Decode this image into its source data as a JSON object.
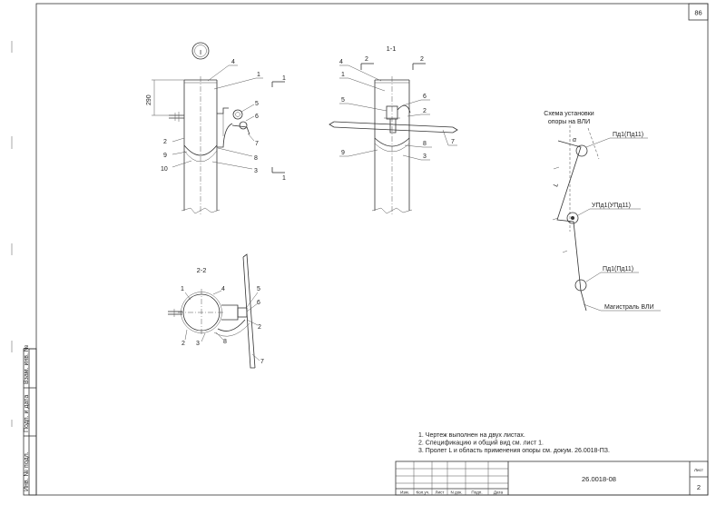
{
  "sheet": {
    "page_number": "86",
    "document_code": "26.0018-08",
    "sheet_label": "Лист",
    "sheet_number": "2"
  },
  "title_block": {
    "columns": [
      "Изм.",
      "Кол.уч.",
      "Лист",
      "N док.",
      "Подп.",
      "Дата"
    ]
  },
  "side_stamp": {
    "fields": [
      "Взам. инв. №",
      "Подп. и дата",
      "Инв. № подл."
    ]
  },
  "notes": [
    "1. Чертеж выполнен на двух листах.",
    "2. Спецификацию и общий вид см. лист 1.",
    "3. Пролет L и область применения опоры см. докум. 26.0018-ПЗ."
  ],
  "view_front": {
    "marker": "I",
    "dimension": "290",
    "section_mark": "1",
    "callouts": [
      "4",
      "1",
      "5",
      "6",
      "7",
      "8",
      "3",
      "2",
      "9",
      "10"
    ]
  },
  "view_section_1": {
    "title": "1-1",
    "section_mark": "2",
    "callouts": [
      "4",
      "1",
      "5",
      "6",
      "2",
      "8",
      "7",
      "9",
      "3"
    ]
  },
  "view_section_2": {
    "title": "2-2",
    "callouts": [
      "1",
      "4",
      "5",
      "6",
      "2",
      "3",
      "8",
      "2",
      "7"
    ]
  },
  "scheme": {
    "title_line1": "Схема установки",
    "title_line2": "опоры на ВЛИ",
    "support_top": "Пд1(Пд11)",
    "support_mid": "УПд1(УПд11)",
    "support_bottom": "Пд1(Пд11)",
    "mainline": "Магистраль ВЛИ",
    "angle": "α",
    "span": "L"
  }
}
